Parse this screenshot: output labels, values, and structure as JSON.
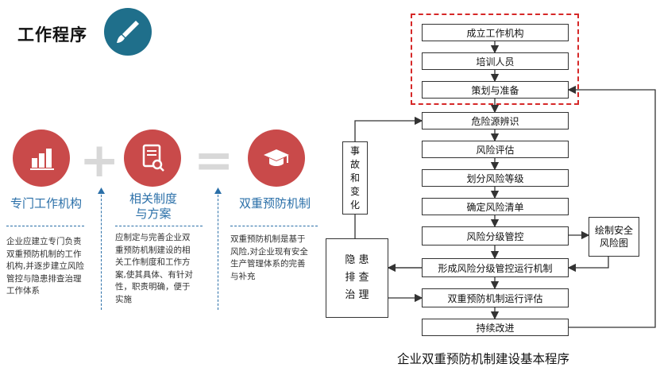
{
  "title": "工作程序",
  "left": {
    "col1": {
      "heading": "专门工作机构",
      "desc": [
        "企业应建立专门负责",
        "双重预防机制的工作",
        "机构,并逐步建立风险",
        "管控与隐患排查治理",
        "工作体系"
      ]
    },
    "col2": {
      "heading": [
        "相关制度",
        "与方案"
      ],
      "desc": [
        "应制定与完善企业双",
        "重预防机制建设的相",
        "关工作制度和工作方",
        "案,使其具体、有针对",
        "性，职责明确，便于",
        "实施"
      ]
    },
    "col3": {
      "heading": "双重预防机制",
      "desc": [
        "双重预防机制是基于",
        "风险,对企业现有安全",
        "生产管理体系的完善",
        "与补充"
      ]
    },
    "ops": {
      "plus": "+",
      "equals": "="
    }
  },
  "flow": {
    "steps": [
      "成立工作机构",
      "培训人员",
      "策划与准备",
      "危险源辨识",
      "风险评估",
      "划分风险等级",
      "确定风险清单",
      "风险分级管控",
      "形成风险分级管控运行机制",
      "双重预防机制运行评估",
      "持续改进"
    ],
    "side_change": [
      "事",
      "故",
      "和",
      "变",
      "化"
    ],
    "side_hazard": [
      "隐 患",
      "排 查",
      "治 理"
    ],
    "safety_map": [
      "绘制安全",
      "风险图"
    ]
  },
  "caption": "企业双重预防机制建设基本程序",
  "colors": {
    "accent_red": "#c94a4a",
    "teal": "#1f6f8b",
    "blue_text": "#2a6fa8",
    "dash_red": "#d62828"
  }
}
